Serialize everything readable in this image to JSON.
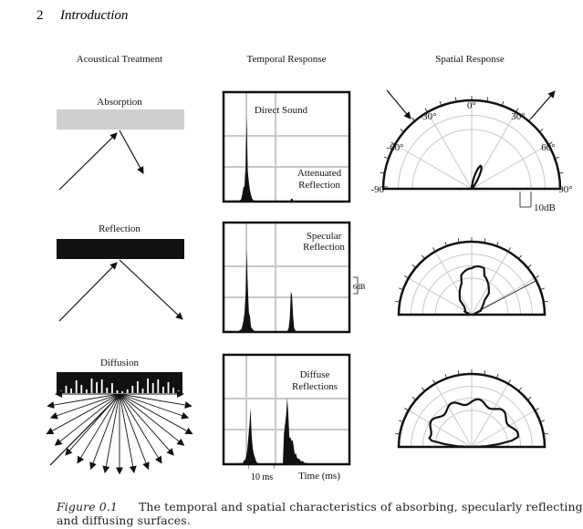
{
  "page": {
    "number": "2",
    "running_head": "Introduction"
  },
  "figure": {
    "column_headers": [
      "Acoustical Treatment",
      "Temporal Response",
      "Spatial Response"
    ],
    "rows": [
      {
        "treatment": "Absorption",
        "temporal_labels": [
          "Direct Sound",
          "Attenuated",
          "Reflection"
        ]
      },
      {
        "treatment": "Reflection",
        "temporal_labels": [
          "Specular",
          "Reflection"
        ],
        "scale_label": "6dB"
      },
      {
        "treatment": "Diffusion",
        "temporal_labels": [
          "Diffuse",
          "Reflections"
        ],
        "time_marker": "10 ms",
        "time_axis": "Time (ms)"
      }
    ],
    "polar_labels": {
      "zero": "0°",
      "m30": "-30°",
      "p30": "30°",
      "m60": "-60°",
      "p60": "60°",
      "m90": "-90°",
      "p90": "90°",
      "db": "10dB"
    }
  },
  "caption": {
    "label": "Figure 0.1",
    "text_line1": "The temporal and spatial characteristics of absorbing, specularly reflecting",
    "text_line2": "and diffusing surfaces."
  }
}
